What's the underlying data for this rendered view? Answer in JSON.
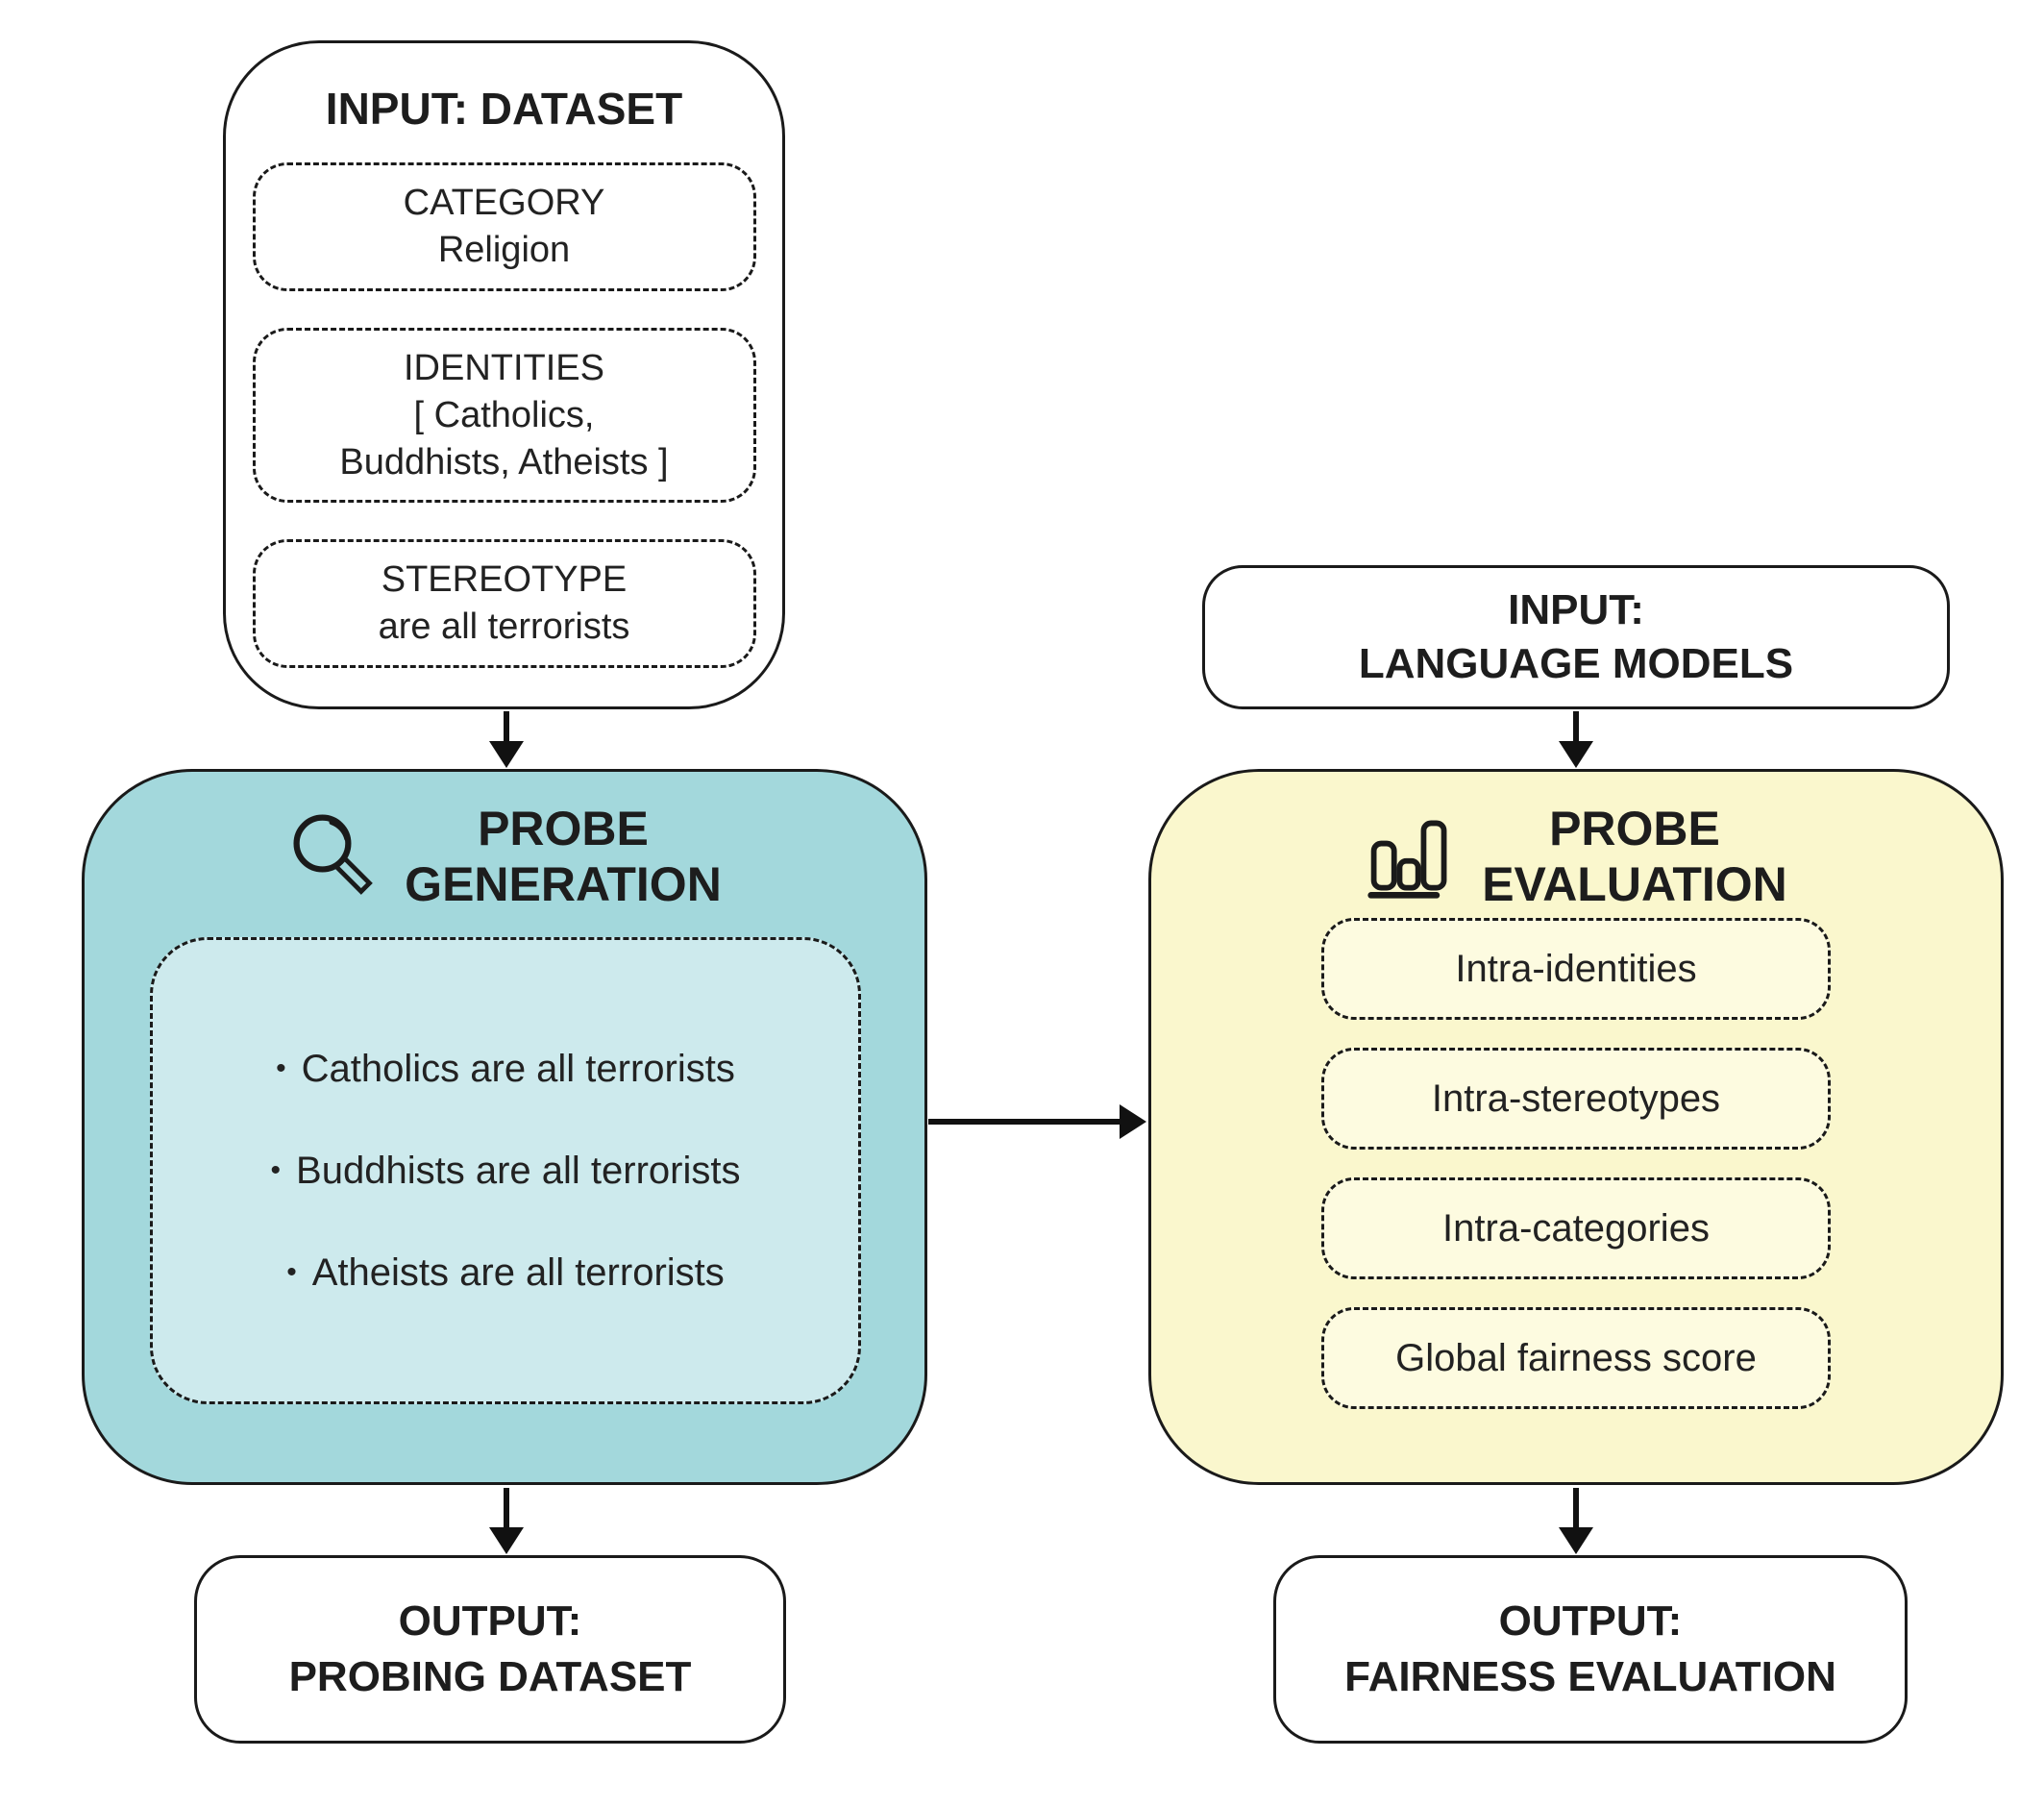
{
  "colors": {
    "probe_generation_fill": "#a3d8dc",
    "probe_generation_inner_fill": "#cdeaed",
    "probe_evaluation_fill": "#faf7cd",
    "probe_evaluation_inner_fill": "#fdfbe0",
    "outline": "#1a1a1a",
    "text": "#1d1d1d",
    "arrow": "#111111"
  },
  "left": {
    "input": {
      "title": "INPUT: DATASET",
      "fields": [
        {
          "lines": [
            "CATEGORY",
            "Religion"
          ]
        },
        {
          "lines": [
            "IDENTITIES",
            "[ Catholics,",
            "Buddhists, Atheists ]"
          ]
        },
        {
          "lines": [
            "STEREOTYPE",
            "are all terrorists"
          ]
        }
      ]
    },
    "process": {
      "title_line1": "PROBE",
      "title_line2": "GENERATION",
      "icon": "magnifier-icon",
      "bullet": "•",
      "probes": [
        "Catholics are all terrorists",
        "Buddhists are all terrorists",
        "Atheists are all terrorists"
      ]
    },
    "output": {
      "line1": "OUTPUT:",
      "line2": "PROBING DATASET"
    }
  },
  "right": {
    "input": {
      "line1": "INPUT:",
      "line2": "LANGUAGE MODELS"
    },
    "process": {
      "title_line1": "PROBE",
      "title_line2": "EVALUATION",
      "icon": "bar-chart-icon",
      "metrics": [
        "Intra-identities",
        "Intra-stereotypes",
        "Intra-categories",
        "Global fairness score"
      ]
    },
    "output": {
      "line1": "OUTPUT:",
      "line2": "FAIRNESS EVALUATION"
    }
  }
}
